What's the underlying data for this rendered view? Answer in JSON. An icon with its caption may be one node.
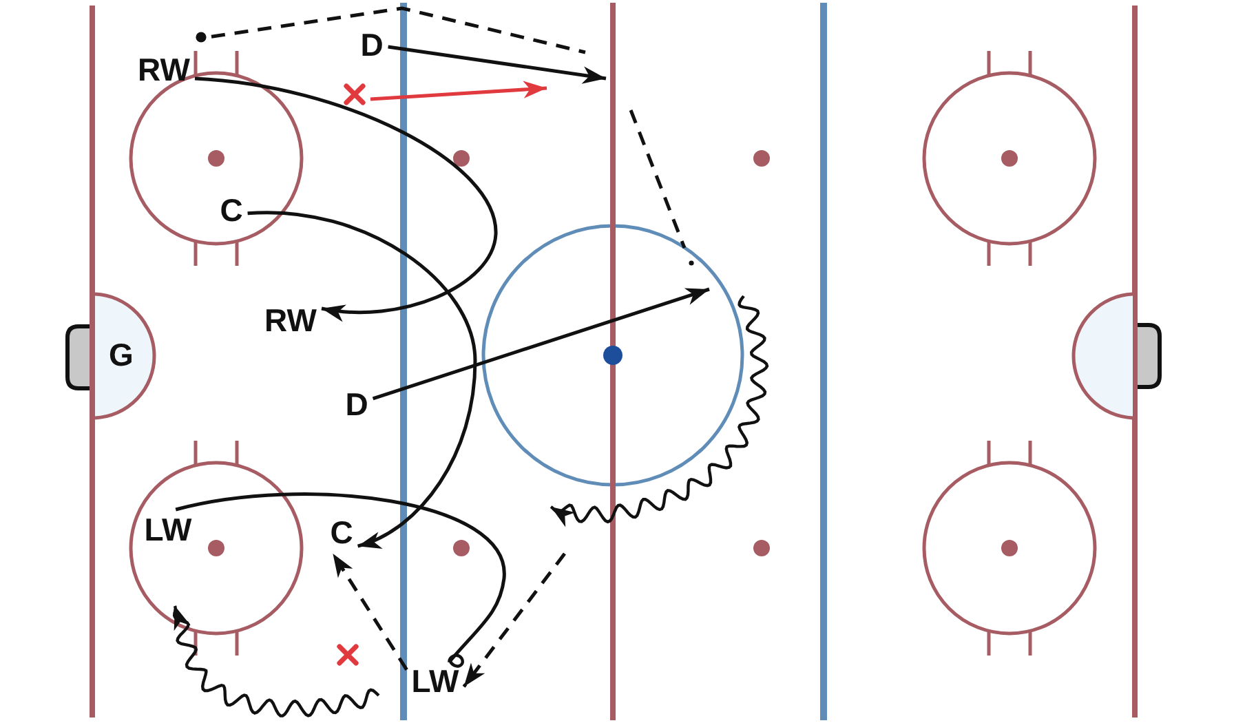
{
  "diagram": {
    "nodes": [
      {
        "text": [],
        "shape": "dot"
      },
      {
        "text": [
          "D"
        ]
      },
      {
        "text": [
          "RW"
        ]
      },
      {
        "text": [],
        "shape": "cross"
      },
      {
        "text": [
          "C"
        ]
      },
      {
        "text": [
          "RW"
        ]
      },
      {
        "text": [
          "G"
        ]
      },
      {
        "text": [],
        "shape": "semicircle"
      },
      {
        "text": [
          "D"
        ]
      },
      {
        "text": [
          "LW"
        ]
      },
      {
        "text": [
          "C"
        ]
      },
      {
        "text": [],
        "shape": "cross"
      },
      {
        "text": [
          "LW"
        ]
      }
    ],
    "edges": [
      {
        "from": 0,
        "to": null,
        "arrow": "none",
        "style": "dashed"
      },
      {
        "from": 1,
        "to": null,
        "arrow": "to"
      },
      {
        "from": 3,
        "to": null,
        "arrow": "to",
        "color": "#e0393e"
      },
      {
        "from": 2,
        "to": 5,
        "arrow": "to"
      },
      {
        "from": 4,
        "to": 10,
        "arrow": "to"
      },
      {
        "from": 8,
        "to": null,
        "arrow": "to"
      },
      {
        "from": null,
        "to": 12,
        "arrow": "to",
        "style": "dashed"
      },
      {
        "from": 9,
        "to": 12,
        "arrow": "other"
      },
      {
        "from": 12,
        "to": 10,
        "arrow": "to",
        "style": "dashed"
      }
    ]
  }
}
